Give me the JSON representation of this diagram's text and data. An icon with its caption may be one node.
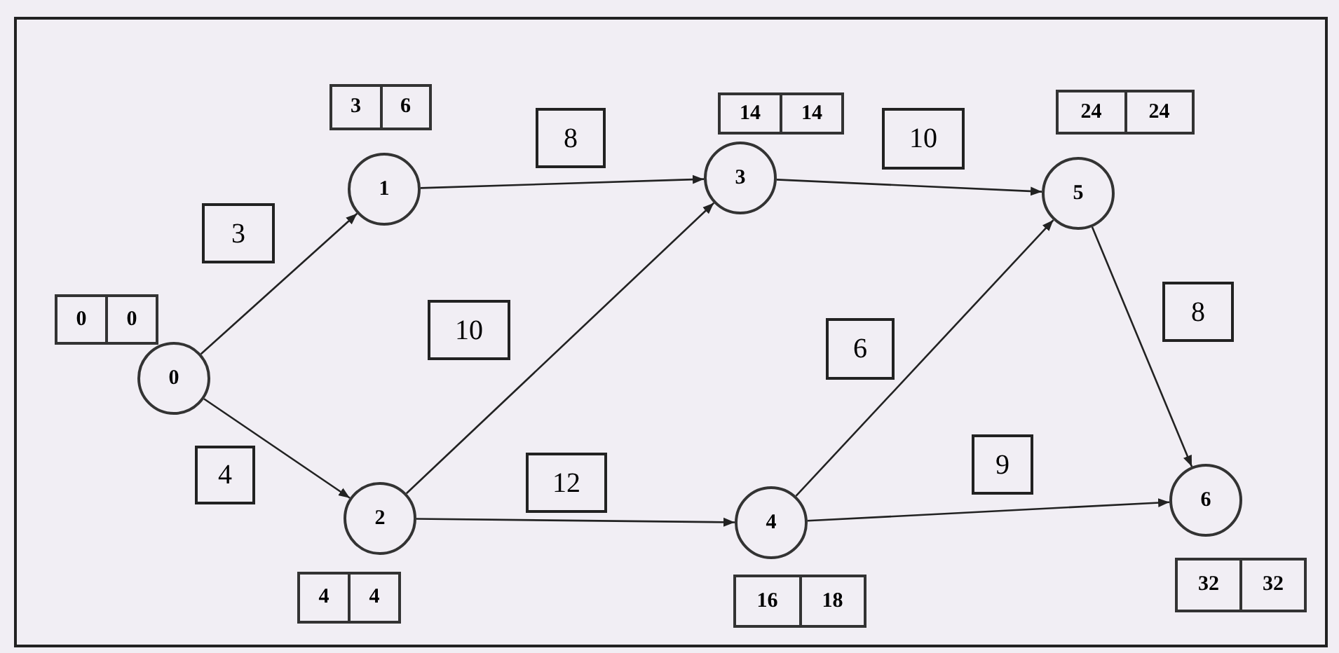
{
  "diagram": {
    "nodes": [
      {
        "text": [
          "0"
        ],
        "beside": [
          "0",
          "0"
        ]
      },
      {
        "text": [
          "1"
        ],
        "beside": [
          "3",
          "6"
        ]
      },
      {
        "text": [
          "2"
        ],
        "beside": [
          "4",
          "4"
        ]
      },
      {
        "text": [
          "3"
        ],
        "beside": [
          "14",
          "14"
        ]
      },
      {
        "text": [
          "4"
        ],
        "beside": [
          "16",
          "18"
        ]
      },
      {
        "text": [
          "5"
        ],
        "beside": [
          "24",
          "24"
        ]
      },
      {
        "text": [
          "6"
        ],
        "beside": [
          "32",
          "32"
        ]
      }
    ],
    "edges": [
      {
        "from": 0,
        "to": 1,
        "arrow": "to",
        "label": "3"
      },
      {
        "from": 0,
        "to": 2,
        "arrow": "to",
        "label": "4"
      },
      {
        "from": 1,
        "to": 3,
        "arrow": "to",
        "label": "8"
      },
      {
        "from": 2,
        "to": 3,
        "arrow": "to",
        "label": "10"
      },
      {
        "from": 2,
        "to": 4,
        "arrow": "to",
        "label": "12"
      },
      {
        "from": 3,
        "to": 5,
        "arrow": "to",
        "label": "10"
      },
      {
        "from": 4,
        "to": 5,
        "arrow": "to",
        "label": "6"
      },
      {
        "from": 5,
        "to": 6,
        "arrow": "to",
        "label": "8"
      },
      {
        "from": 4,
        "to": 6,
        "arrow": "to",
        "label": "9"
      }
    ]
  }
}
